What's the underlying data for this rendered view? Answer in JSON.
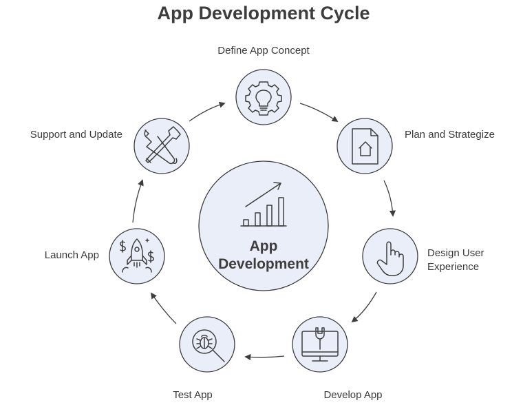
{
  "title": "App Development Cycle",
  "center": {
    "line1": "App",
    "line2": "Development",
    "icon": "bar-chart-growth-icon"
  },
  "steps": [
    {
      "label_lines": [
        "Define App Concept"
      ],
      "icon": "lightbulb-gear-icon"
    },
    {
      "label_lines": [
        "Plan and Strategize"
      ],
      "icon": "document-house-icon"
    },
    {
      "label_lines": [
        "Design User",
        "Experience"
      ],
      "icon": "pointing-hand-icon"
    },
    {
      "label_lines": [
        "Develop App"
      ],
      "icon": "monitor-wrench-icon"
    },
    {
      "label_lines": [
        "Test App"
      ],
      "icon": "bug-magnifier-icon"
    },
    {
      "label_lines": [
        "Launch App"
      ],
      "icon": "rocket-dollar-icon"
    },
    {
      "label_lines": [
        "Support and Update"
      ],
      "icon": "wrench-screwdriver-icon"
    }
  ],
  "colors": {
    "node_fill": "#e9eef8",
    "stroke": "#3d3d3d",
    "text": "#3a3a3a"
  }
}
